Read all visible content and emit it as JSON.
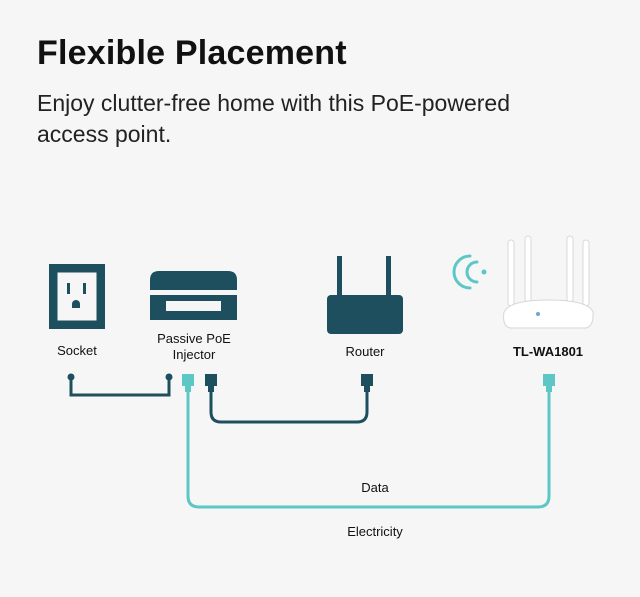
{
  "header": {
    "title": "Flexible Placement",
    "subtitle": "Enjoy clutter-free home with this PoE-powered access point."
  },
  "devices": {
    "socket": {
      "label": "Socket",
      "icon": "power-socket-icon"
    },
    "injector": {
      "label": "Passive PoE Injector",
      "icon": "poe-injector-icon"
    },
    "router": {
      "label": "Router",
      "icon": "router-icon"
    },
    "access_point": {
      "label": "TL-WA1801",
      "icon": "access-point-icon"
    }
  },
  "links": {
    "data_label": "Data",
    "electricity_label": "Electricity"
  },
  "colors": {
    "device": "#1d4f5e",
    "teal_cable": "#5cc7c5",
    "background": "#f6f6f6"
  }
}
